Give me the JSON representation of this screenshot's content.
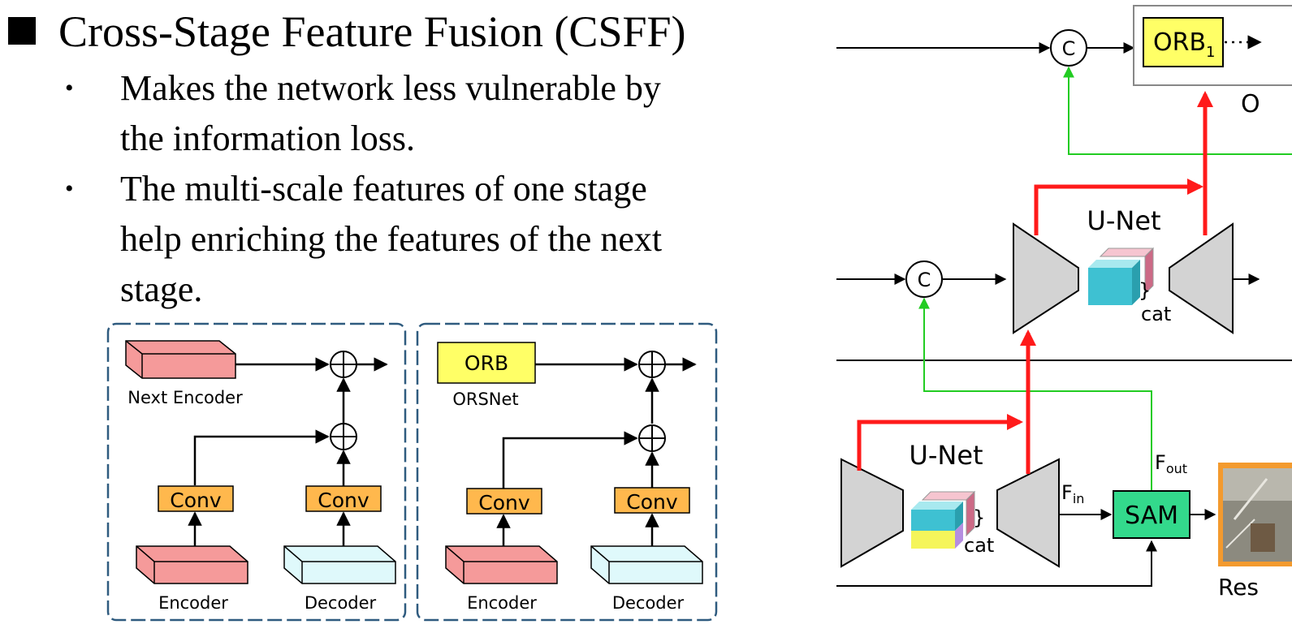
{
  "heading": {
    "title": "Cross-Stage Feature Fusion (CSFF)"
  },
  "bullets": [
    {
      "lines": [
        "Makes the network less vulnerable by",
        "the information loss."
      ]
    },
    {
      "lines": [
        "The multi-scale features of one stage",
        "help enriching the features of the next",
        "stage."
      ]
    }
  ],
  "csff_left": {
    "top_block": "Next Encoder",
    "conv_left": "Conv",
    "conv_right": "Conv",
    "bottom_left": "Encoder",
    "bottom_right": "Decoder"
  },
  "csff_right": {
    "top_block": "ORB",
    "top_caption": "ORSNet",
    "conv_left": "Conv",
    "conv_right": "Conv",
    "bottom_left": "Encoder",
    "bottom_right": "Decoder"
  },
  "pipeline": {
    "concat_symbol": "C",
    "orb_label": "ORB",
    "orb_subscript": "1",
    "orb_group_partial": "O",
    "unet_top_label": "U-Net",
    "unet_bottom_label": "U-Net",
    "cat_top": "cat",
    "cat_bottom": "cat",
    "f_in": "F",
    "f_in_sub": "in",
    "f_out": "F",
    "f_out_sub": "out",
    "sam_label": "SAM",
    "result_partial": "Res"
  },
  "colors": {
    "red_path": "#ff1a1a",
    "green_path": "#22cc22",
    "orb_fill": "#ffff66",
    "conv_fill": "#ffb84d",
    "sam_fill": "#33d98c",
    "encoder_fill": "#f59a9a",
    "decoder_fill": "#dff9fb",
    "panel_border": "#2f5b7f"
  }
}
